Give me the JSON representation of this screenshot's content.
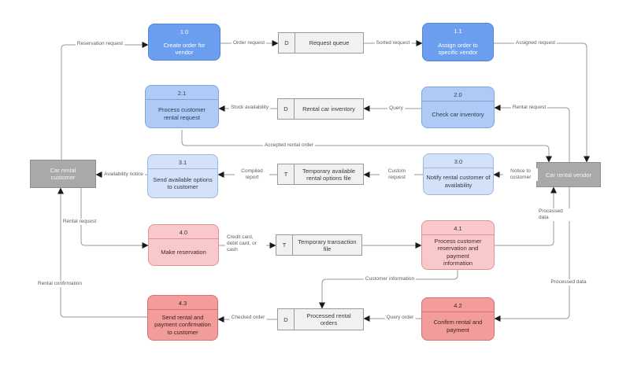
{
  "palette": {
    "blue": {
      "fill": "#6B9EEF",
      "border": "#4E87DC",
      "text": "#FFFFFF"
    },
    "blue_light": {
      "fill": "#AFCBF5",
      "border": "#7FA5DE",
      "text": "#2F3B4D"
    },
    "blue_pale": {
      "fill": "#D3E2F9",
      "border": "#9BB7E2",
      "text": "#2F3B4D"
    },
    "pink_light": {
      "fill": "#F8C8CA",
      "border": "#DE9396",
      "text": "#452B2B"
    },
    "pink": {
      "fill": "#F29C9C",
      "border": "#D96F6F",
      "text": "#3E2222"
    },
    "entity": {
      "fill": "#A9A9A9",
      "border": "#8E8E8E",
      "text": "#F6F6F6"
    },
    "store": {
      "fill": "#F1F1F1",
      "border": "#9A9A9A",
      "text": "#3A3A3A"
    }
  },
  "colors": {
    "canvas": "#FFFFFF",
    "line": "#999999",
    "arrow": "#1A1A1A",
    "label": "#5E5E5E"
  },
  "entities": {
    "customer": {
      "label": "Car rental customer"
    },
    "vendor": {
      "label": "Car rental vendor"
    }
  },
  "processes": {
    "p10": {
      "id": "1.0",
      "label": "Create order for vendor"
    },
    "p11": {
      "id": "1.1",
      "label": "Assign order to specific vendor"
    },
    "p21": {
      "id": "2.1",
      "label": "Process customer rental request"
    },
    "p20": {
      "id": "2.0",
      "label": "Check car inventory"
    },
    "p31": {
      "id": "3.1",
      "label": "Send available options to customer"
    },
    "p30": {
      "id": "3.0",
      "label": "Notify rental customer of availability"
    },
    "p40": {
      "id": "4.0",
      "label": "Make reservation"
    },
    "p41": {
      "id": "4.1",
      "label": "Process customer reservation and payment information"
    },
    "p43": {
      "id": "4.3",
      "label": "Send rental and payment confirmation to customer"
    },
    "p42": {
      "id": "4.2",
      "label": "Confirm rental and payment"
    }
  },
  "stores": {
    "request_queue": {
      "type": "D",
      "label": "Request queue"
    },
    "rental_car_inventory": {
      "type": "D",
      "label": "Rental car inventory"
    },
    "temp_rental_options": {
      "type": "T",
      "label": "Temporary available rental options file"
    },
    "temp_transaction": {
      "type": "T",
      "label": "Temporary transaction file"
    },
    "processed_orders": {
      "type": "D",
      "label": "Processed rental orders"
    }
  },
  "flows": {
    "reservation_request": "Reservation request",
    "order_request": "Order request",
    "sorted_request": "Sorted request",
    "assigned_request": "Assigned request",
    "rental_request_vendor": "Rental request",
    "query": "Query",
    "stock_availability": "Stock availability",
    "accepted_rental_order": "Accepted rental order",
    "notice_to_customer": "Notice to customer",
    "custom_request": "Custom request",
    "compiled_report": "Compiled report",
    "availability_notice": "Availability notice",
    "rental_request_customer": "Rental request",
    "payment_method": "Credit card, debit card, or cash",
    "customer_information": "Customer information",
    "processed_data_in": "Processed data",
    "processed_data_out": "Processed data",
    "query_order": "Query order",
    "checked_order": "Checked order",
    "rental_confirmation": "Rental confirmation"
  }
}
